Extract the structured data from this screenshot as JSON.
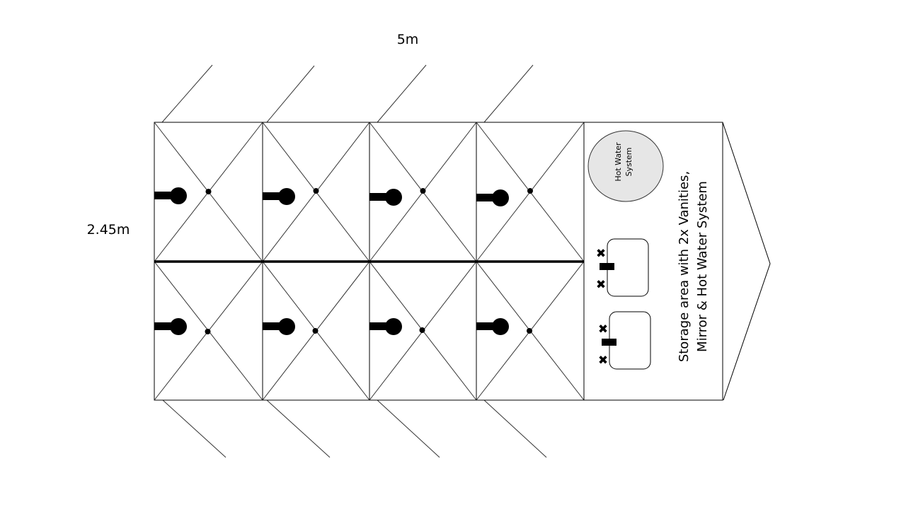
{
  "dimensions": {
    "width_label": "5m",
    "height_label": "2.45m"
  },
  "cubicles": {
    "columns": 4,
    "rows": 2
  },
  "storage": {
    "hot_water_label_line1": "Hot Water",
    "hot_water_label_line2": "System",
    "description_line1": "Storage area with 2x Vanities,",
    "description_line2": "Mirror & Hot Water System",
    "vanity_count": 2
  },
  "colors": {
    "line": "#000000",
    "hot_water_fill": "#e6e6e6",
    "background": "#ffffff"
  }
}
